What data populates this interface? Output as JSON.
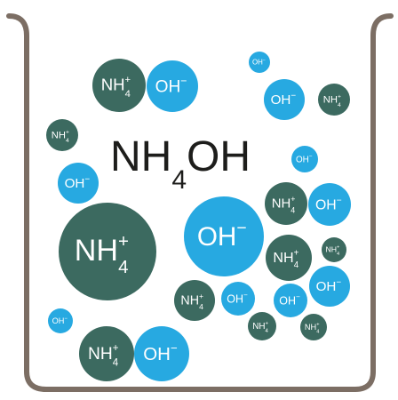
{
  "formula": {
    "main": "NH",
    "subscript": "4",
    "tail": "OH"
  },
  "ions": {
    "ammonium": {
      "base": "NH",
      "subscript": "4",
      "charge": "+"
    },
    "hydroxide": {
      "base": "OH",
      "charge": "−"
    }
  },
  "colors": {
    "beaker_outline": "#7c6e64",
    "ammonium_fill": "#3c6a60",
    "hydroxide_fill": "#27a9e1",
    "formula_text": "#1d1d1b",
    "ion_text": "#ffffff",
    "background": "#ffffff"
  }
}
